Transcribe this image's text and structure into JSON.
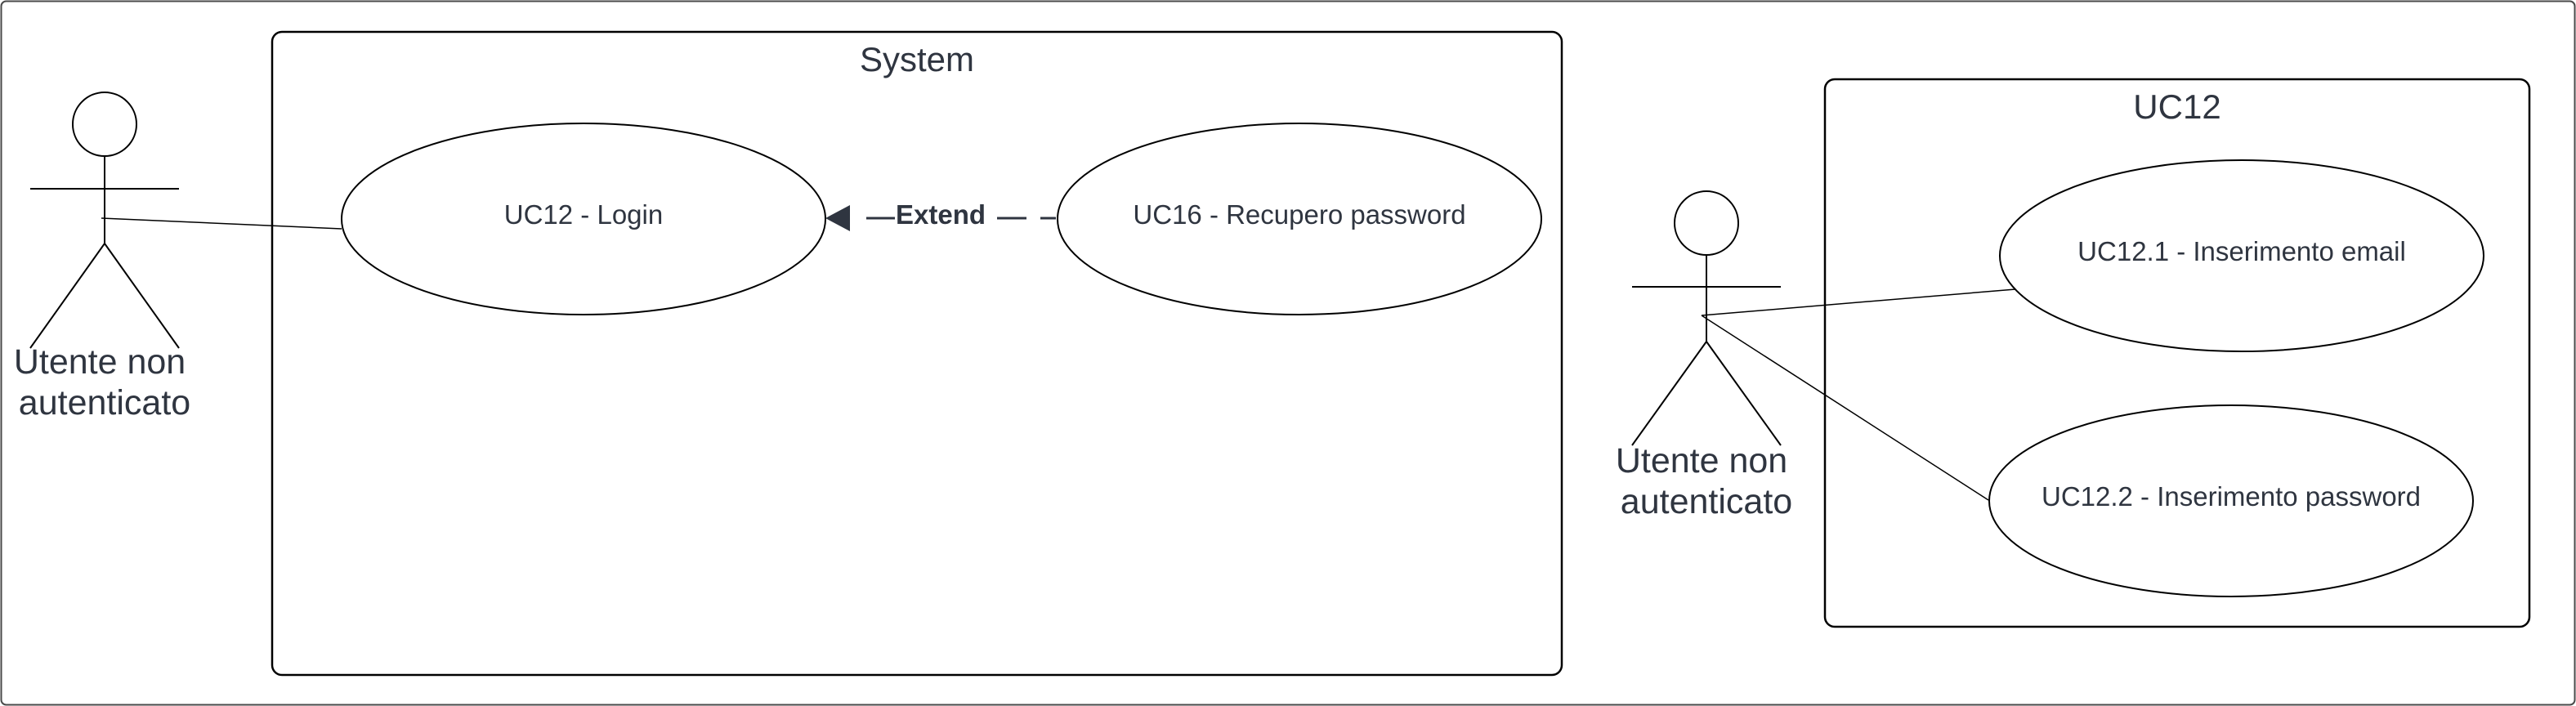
{
  "diagram": {
    "type": "use-case",
    "systems": [
      {
        "id": "system",
        "title": "System"
      },
      {
        "id": "uc12",
        "title": "UC12"
      }
    ],
    "actors": [
      {
        "id": "actor-left",
        "label_lines": [
          "Utente non",
          "autenticato"
        ]
      },
      {
        "id": "actor-right",
        "label_lines": [
          "Utente non",
          "autenticato"
        ]
      }
    ],
    "use_cases": [
      {
        "id": "uc12-login",
        "label": "UC12 - Login"
      },
      {
        "id": "uc16",
        "label": "UC16 - Recupero password"
      },
      {
        "id": "uc12-1",
        "label": "UC12.1 - Inserimento email"
      },
      {
        "id": "uc12-2",
        "label": "UC12.2 - Inserimento password"
      }
    ],
    "relations": [
      {
        "from": "actor-left",
        "to": "uc12-login",
        "kind": "association"
      },
      {
        "from": "uc16",
        "to": "uc12-login",
        "kind": "extend",
        "label": "Extend"
      },
      {
        "from": "actor-right",
        "to": "uc12-1",
        "kind": "association"
      },
      {
        "from": "actor-right",
        "to": "uc12-2",
        "kind": "association"
      }
    ]
  }
}
